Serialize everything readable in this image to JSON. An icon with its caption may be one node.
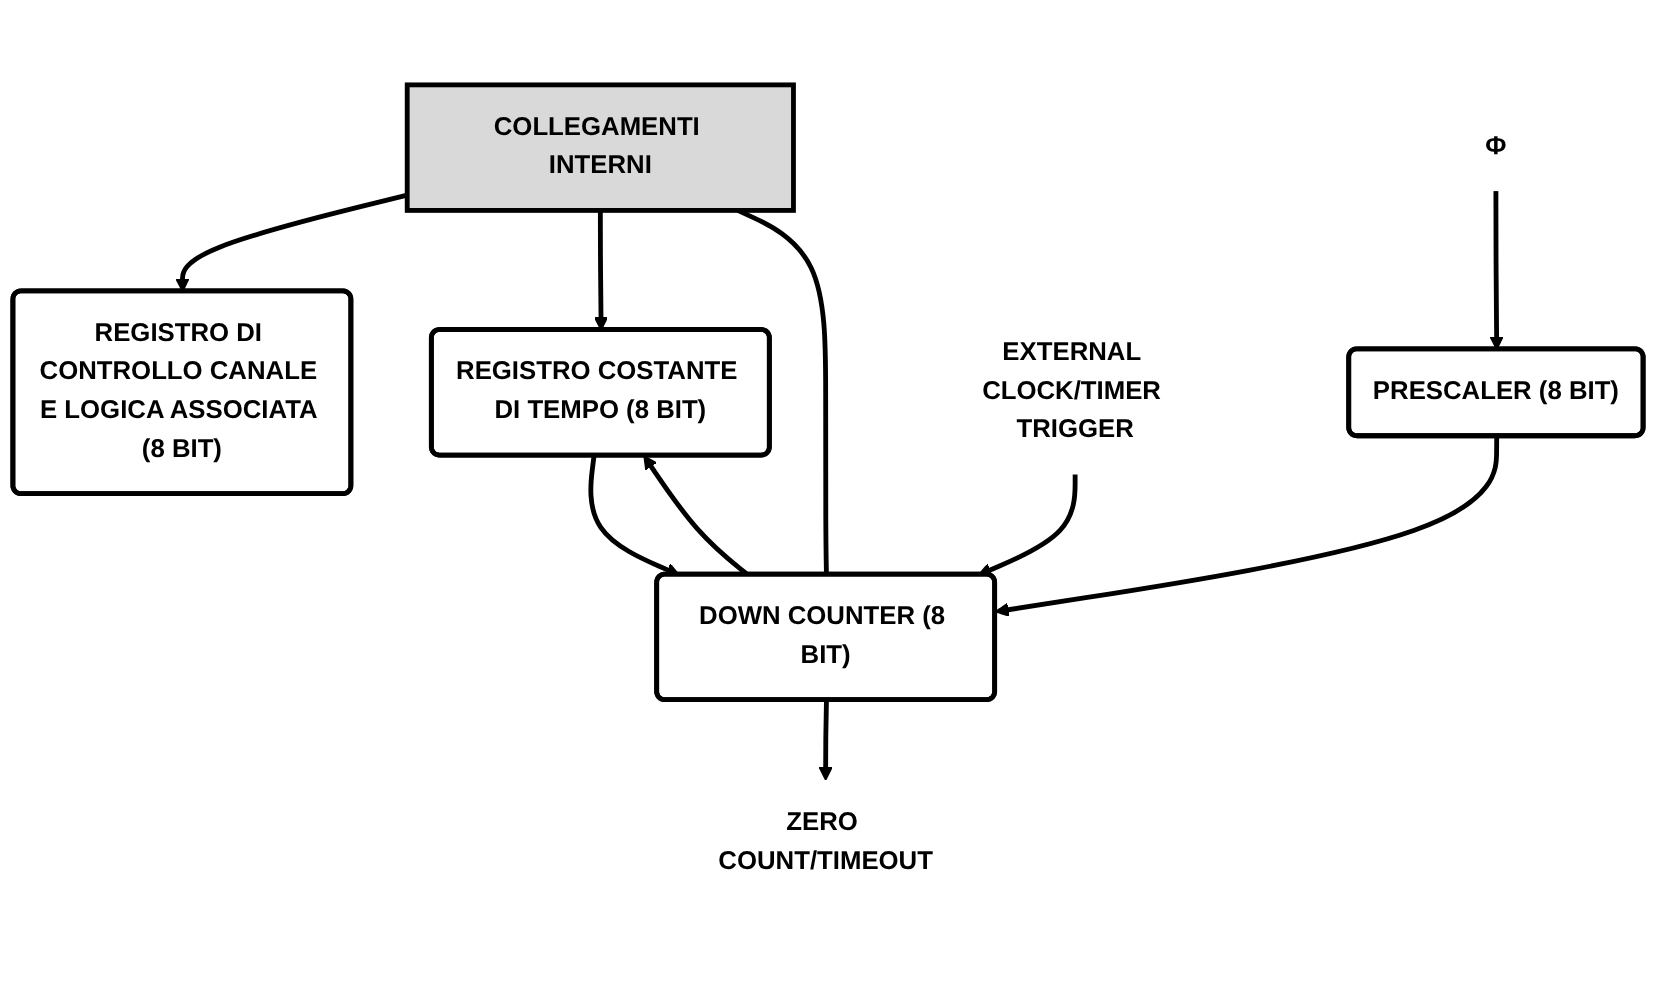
{
  "diagram": {
    "nodes": [
      {
        "text": [
          "REGISTRO DI CONTROLLO CANALE E LOGICA ASSOCIATA (8 BIT)"
        ]
      },
      {
        "text": [
          "REGISTRO COSTANTE DI TEMPO (8 BIT)"
        ]
      },
      {
        "text": [
          "COLLEGAMENTI INTERNI"
        ]
      },
      {
        "text": [
          "Φ"
        ]
      },
      {
        "text": [
          "PRESCALER (8 BIT)"
        ]
      },
      {
        "text": [
          "DOWN COUNTER (8 BIT)"
        ]
      },
      {
        "text": [
          "ZERO COUNT/TIMEOUT"
        ]
      },
      {
        "text": [
          "EXTERNAL CLOCK/TIMER TRIGGER"
        ]
      }
    ],
    "edges": [
      {
        "from": 2,
        "to": 0,
        "arrow": "to"
      },
      {
        "from": 2,
        "to": 1,
        "arrow": "to"
      },
      {
        "from": 2,
        "to": 5,
        "arrow": "none"
      },
      {
        "from": 5,
        "to": 1,
        "arrow": "to"
      },
      {
        "from": 1,
        "to": 5,
        "arrow": "to"
      },
      {
        "from": 3,
        "to": 4,
        "arrow": "to"
      },
      {
        "from": 4,
        "to": 5,
        "arrow": "to"
      },
      {
        "from": 7,
        "to": 5,
        "arrow": "to"
      },
      {
        "from": 5,
        "to": 6,
        "arrow": "to"
      }
    ]
  }
}
